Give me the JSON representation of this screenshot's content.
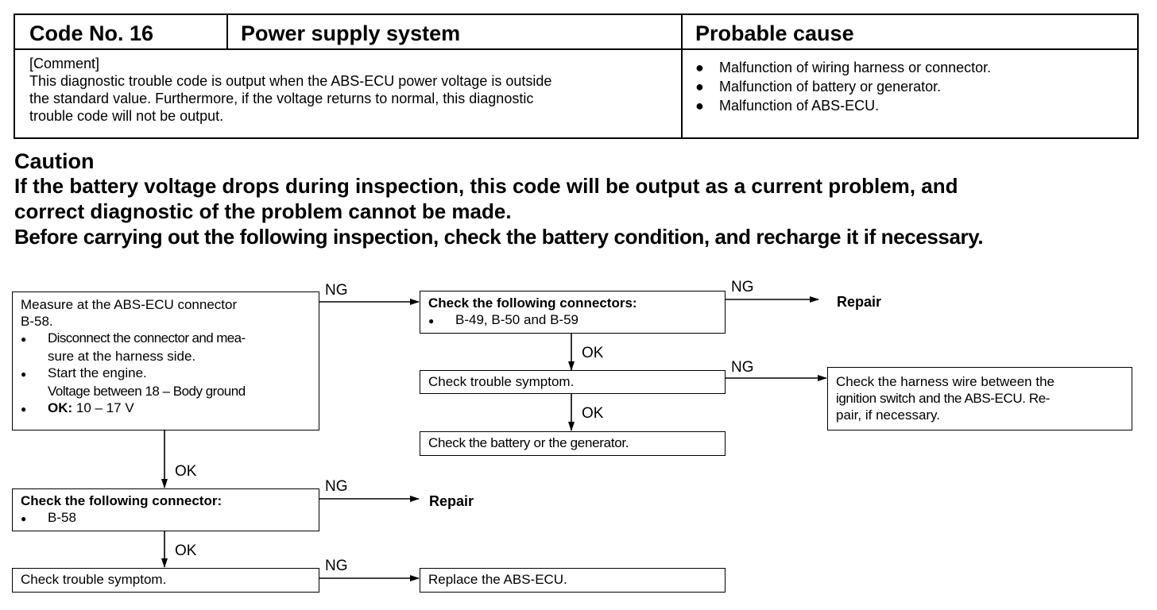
{
  "header": {
    "code_label": "Code No. 16",
    "system_label": "Power supply system",
    "cause_label": "Probable cause"
  },
  "comment": {
    "heading": "[Comment]",
    "lines": [
      "This diagnostic trouble code is output when the ABS-ECU power voltage is outside",
      "the standard value.  Furthermore, if the voltage returns to normal, this diagnostic",
      "trouble code will not be output."
    ]
  },
  "causes": [
    "Malfunction of wiring harness or connector.",
    "Malfunction of battery or generator.",
    "Malfunction of ABS-ECU."
  ],
  "caution": {
    "title": "Caution",
    "lines": [
      "If the battery voltage drops during inspection, this code will be output as a current problem, and",
      "correct diagnostic of the problem cannot be made.",
      "Before carrying out the following inspection, check the battery condition, and recharge it if necessary."
    ]
  },
  "flow": {
    "measure": {
      "line1": "Measure at the ABS-ECU connector",
      "line2": "B-58.",
      "b1a": "Disconnect the connector and mea-",
      "b1b": "sure at the harness side.",
      "b2a": "Start the engine.",
      "b2b": "Voltage between 18 – Body ground",
      "b3_bold": "OK:",
      "b3_rest": " 10 – 17 V"
    },
    "check_connectors": {
      "title": "Check the following connectors:",
      "item": "B-49, B-50 and B-59"
    },
    "check_symptom_right": "Check trouble symptom.",
    "check_battery": "Check the battery or the generator.",
    "harness": {
      "line1": "Check the harness wire between the",
      "line2": "ignition switch and the ABS-ECU. Re-",
      "line3": "pair, if necessary."
    },
    "check_connector": {
      "title": "Check the following connector:",
      "item": "B-58"
    },
    "check_symptom_left": "Check trouble symptom.",
    "replace": "Replace the ABS-ECU.",
    "repair_label": "Repair",
    "ng_label": "NG",
    "ok_label": "OK",
    "bullet": "●"
  }
}
